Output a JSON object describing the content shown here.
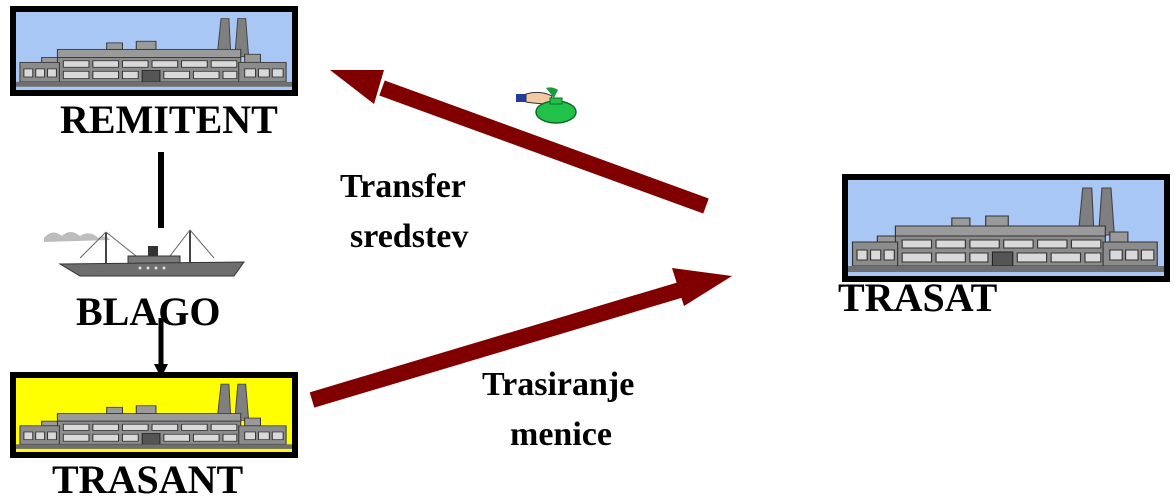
{
  "diagram": {
    "nodes": {
      "remitent": {
        "label": "REMITENT",
        "sky_color": "#a9c7f5"
      },
      "trasant": {
        "label": "TRASANT",
        "sky_color": "#ffff00"
      },
      "trasat": {
        "label": "TRASAT",
        "sky_color": "#a9c7f5"
      },
      "blago": {
        "label": "BLAGO"
      }
    },
    "edges": {
      "transfer": {
        "label_line1": "Transfer",
        "label_line2": "sredstev",
        "color": "#800000"
      },
      "trasiranje": {
        "label_line1": "Trasiranje",
        "label_line2": "menice",
        "color": "#800000"
      }
    },
    "icons": [
      "factory-icon",
      "ship-icon",
      "money-bag-icon"
    ]
  }
}
